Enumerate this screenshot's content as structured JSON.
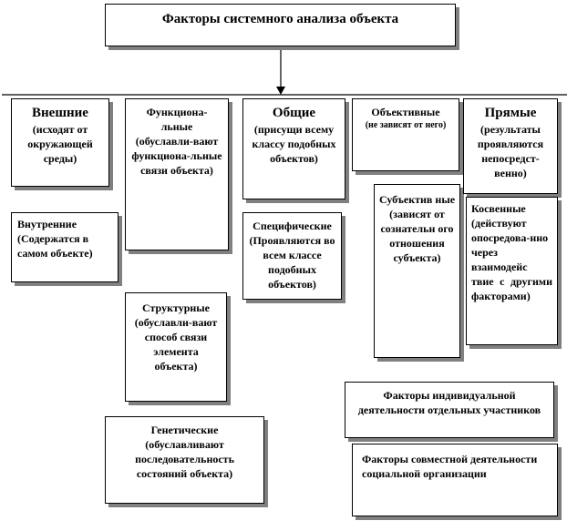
{
  "diagram": {
    "root": {
      "title": "Факторы системного анализа объекта"
    },
    "external": {
      "title": "Внешние",
      "desc": "(исходят от окружающей среды)"
    },
    "internal": {
      "title": "Внутренние",
      "desc": "(Содержатся в самом объекте)"
    },
    "functional": {
      "title": "Функциона-льные",
      "desc": "(обуславли-вают функциона-льные связи объекта)"
    },
    "structural": {
      "title": "Структурные",
      "desc": "(обуславли-вают способ связи элемента объекта)"
    },
    "genetic": {
      "title": "Генетические",
      "desc": "(обуславливают последовательность состояний объекта)"
    },
    "general": {
      "title": "Общие",
      "desc": "(присущи всему классу подобных объектов)"
    },
    "specific": {
      "title": "Специфические",
      "desc": "(Проявляются во всем классе подобных объектов)"
    },
    "objective": {
      "title": "Объективные",
      "desc": "(не зависят от него)"
    },
    "subjective": {
      "title": "Субъектив ные",
      "desc": "(зависят от сознательн ого отношения субъекта)"
    },
    "direct": {
      "title": "Прямые",
      "desc": "(результаты проявляются непосредст-венно)"
    },
    "indirect": {
      "title": "Косвенные",
      "desc": "(действуют опосредова-нно через взаимодейс твие с другими факторами)"
    },
    "individual": {
      "title": "Факторы индивидуальной деятельности отдельных участников"
    },
    "joint": {
      "title": "Факторы совместной деятельности социальной организации"
    }
  }
}
